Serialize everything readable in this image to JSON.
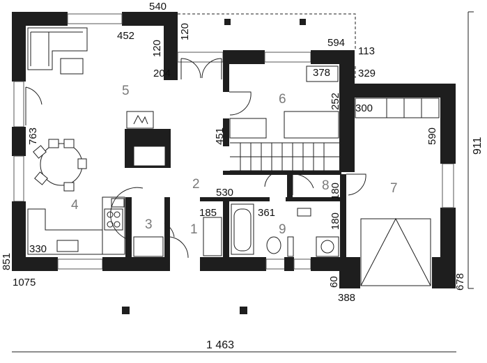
{
  "rooms": [
    {
      "id": "r1",
      "label": "1"
    },
    {
      "id": "r2",
      "label": "2"
    },
    {
      "id": "r3",
      "label": "3"
    },
    {
      "id": "r4",
      "label": "4"
    },
    {
      "id": "r5",
      "label": "5"
    },
    {
      "id": "r6",
      "label": "6"
    },
    {
      "id": "r7",
      "label": "7"
    },
    {
      "id": "r8",
      "label": "8"
    },
    {
      "id": "r9",
      "label": "9"
    }
  ],
  "dimensions": {
    "top_540": "540",
    "d452": "452",
    "d120a": "120",
    "d120b": "120",
    "d204": "204",
    "d594": "594",
    "d113": "113",
    "d378": "378",
    "d329": "329",
    "d252": "252",
    "d300": "300",
    "d590": "590",
    "d911": "911",
    "d763": "763",
    "d451": "451",
    "d530": "530",
    "d180a": "180",
    "d185": "185",
    "d361": "361",
    "d180b": "180",
    "d330": "330",
    "d851": "851",
    "d1075": "1075",
    "d60": "60",
    "d388": "388",
    "d678": "678",
    "total_width": "1 463"
  }
}
